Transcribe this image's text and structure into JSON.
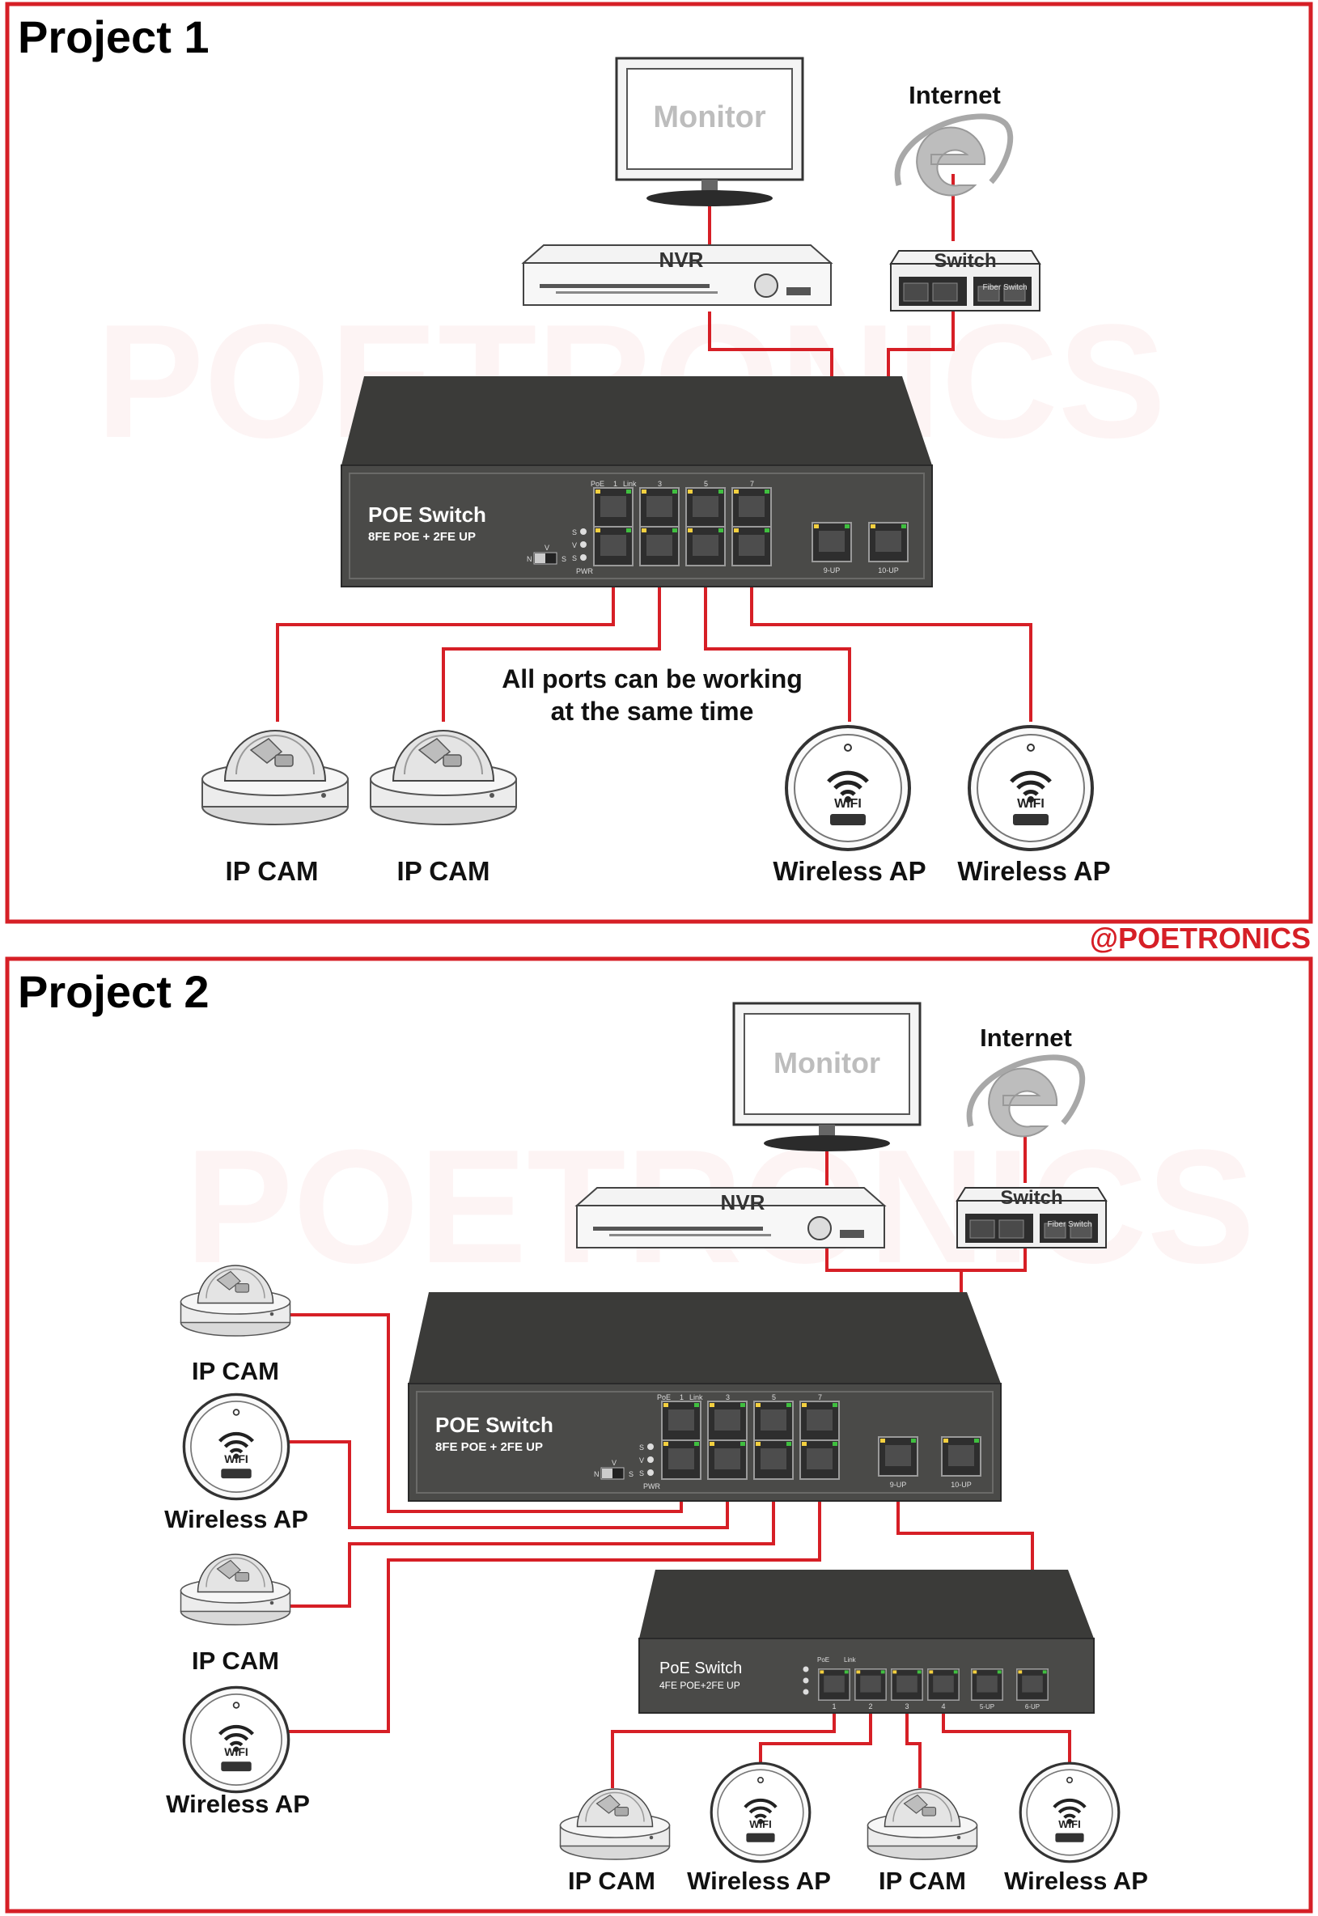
{
  "brand": "@POETRONICS",
  "watermark": "POETRONICS",
  "colors": {
    "border": "#d61f26",
    "cable": "#d61f26",
    "device": "#4a4a48",
    "device_dark": "#2f2f2e",
    "port": "#3a3a3a"
  },
  "project1": {
    "title": "Project 1",
    "monitor_label": "Monitor",
    "nvr_label": "NVR",
    "internet_label": "Internet",
    "switch_label": "Switch",
    "fiber_switch_label": "Fiber Switch",
    "poe_switch": {
      "name": "POE Switch",
      "spec": "8FE POE + 2FE UP",
      "port_labels": [
        "PoE",
        "1",
        "Link",
        "3",
        "5",
        "7"
      ],
      "uplinks": [
        "9-UP",
        "10-UP"
      ],
      "leds": [
        "S",
        "V",
        "S"
      ],
      "pwr": "PWR",
      "mode": [
        "N",
        "V",
        "S"
      ]
    },
    "note_line1": "All ports can be working",
    "note_line2": "at the same time",
    "endpoints": [
      "IP CAM",
      "IP CAM",
      "Wireless AP",
      "Wireless AP"
    ],
    "wifi_text": "WIFI"
  },
  "project2": {
    "title": "Project 2",
    "monitor_label": "Monitor",
    "nvr_label": "NVR",
    "internet_label": "Internet",
    "switch_label": "Switch",
    "fiber_switch_label": "Fiber Switch",
    "poe_switch": {
      "name": "POE Switch",
      "spec": "8FE POE + 2FE UP",
      "port_labels": [
        "PoE",
        "1",
        "Link",
        "3",
        "5",
        "7"
      ],
      "uplinks": [
        "9-UP",
        "10-UP"
      ],
      "leds": [
        "S",
        "V",
        "S"
      ],
      "pwr": "PWR",
      "mode": [
        "N",
        "V",
        "S"
      ]
    },
    "poe_switch_small": {
      "name": "PoE Switch",
      "spec": "4FE POE+2FE UP",
      "port_labels": [
        "PoE",
        "Link"
      ],
      "port_numbers": [
        "1",
        "2",
        "3",
        "4"
      ],
      "uplinks": [
        "5-UP",
        "6-UP"
      ]
    },
    "left_endpoints": [
      "IP CAM",
      "Wireless AP",
      "IP CAM",
      "Wireless AP"
    ],
    "bottom_endpoints": [
      "IP CAM",
      "Wireless AP",
      "IP CAM",
      "Wireless AP"
    ],
    "wifi_text": "WIFI"
  }
}
